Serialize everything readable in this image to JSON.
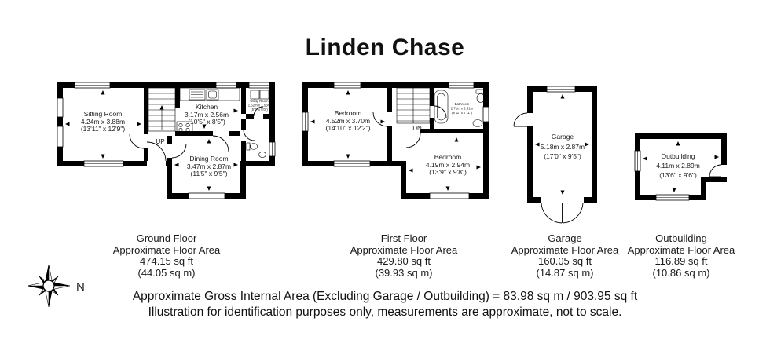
{
  "title": "Linden Chase",
  "compass": {
    "label": "N"
  },
  "plans": {
    "ground_floor": {
      "sitting_room": {
        "name": "Sitting Room",
        "metric": "4.24m x 3.88m",
        "imperial": "(13'11\" x 12'9\")"
      },
      "kitchen": {
        "name": "Kitchen",
        "metric": "3.17m x 2.56m",
        "imperial": "(10'5\" x 8'5\")"
      },
      "utility_room": {
        "name": "Utility Room",
        "metric": "1.52m x 1.53m",
        "imperial": "(5'0\" x 5'0\")"
      },
      "dining_room": {
        "name": "Dining Room",
        "metric": "3.47m x 2.87m",
        "imperial": "(11'5\" x 9'5\")"
      },
      "stairs_label": "UP"
    },
    "first_floor": {
      "bedroom_1": {
        "name": "Bedroom",
        "metric": "4.52m x 3.70m",
        "imperial": "(14'10\" x 12'2\")"
      },
      "bathroom": {
        "name": "Bathroom",
        "metric": "2.71m x 2.41m",
        "imperial": "(8'11\" x 7'11\")"
      },
      "bedroom_2": {
        "name": "Bedroom",
        "metric": "4.19m x 2.94m",
        "imperial": "(13'9\" x 9'8\")"
      },
      "stairs_label": "DN"
    },
    "garage": {
      "name": "Garage",
      "metric": "5.18m x 2.87m",
      "imperial": "(17'0\" x 9'5\")"
    },
    "outbuilding": {
      "name": "Outbuilding",
      "metric": "4.11m x 2.89m",
      "imperial": "(13'6\" x 9'6\")"
    }
  },
  "areas": {
    "ground_floor": {
      "title": "Ground Floor",
      "subtitle": "Approximate Floor Area",
      "sqft": "474.15 sq ft",
      "sqm": "(44.05 sq m)"
    },
    "first_floor": {
      "title": "First Floor",
      "subtitle": "Approximate Floor Area",
      "sqft": "429.80 sq ft",
      "sqm": "(39.93 sq m)"
    },
    "garage": {
      "title": "Garage",
      "subtitle": "Approximate Floor Area",
      "sqft": "160.05 sq ft",
      "sqm": "(14.87 sq m)"
    },
    "outbuilding": {
      "title": "Outbuilding",
      "subtitle": "Approximate Floor Area",
      "sqft": "116.89 sq ft",
      "sqm": "(10.86 sq m)"
    }
  },
  "footer": {
    "line1": "Approximate Gross Internal Area (Excluding Garage / Outbuilding) = 83.98 sq m / 903.95 sq ft",
    "line2": "Illustration for identification purposes only, measurements are approximate, not to scale."
  },
  "colors": {
    "wall": "#000000",
    "text": "#1a1a1a",
    "background": "#ffffff"
  }
}
